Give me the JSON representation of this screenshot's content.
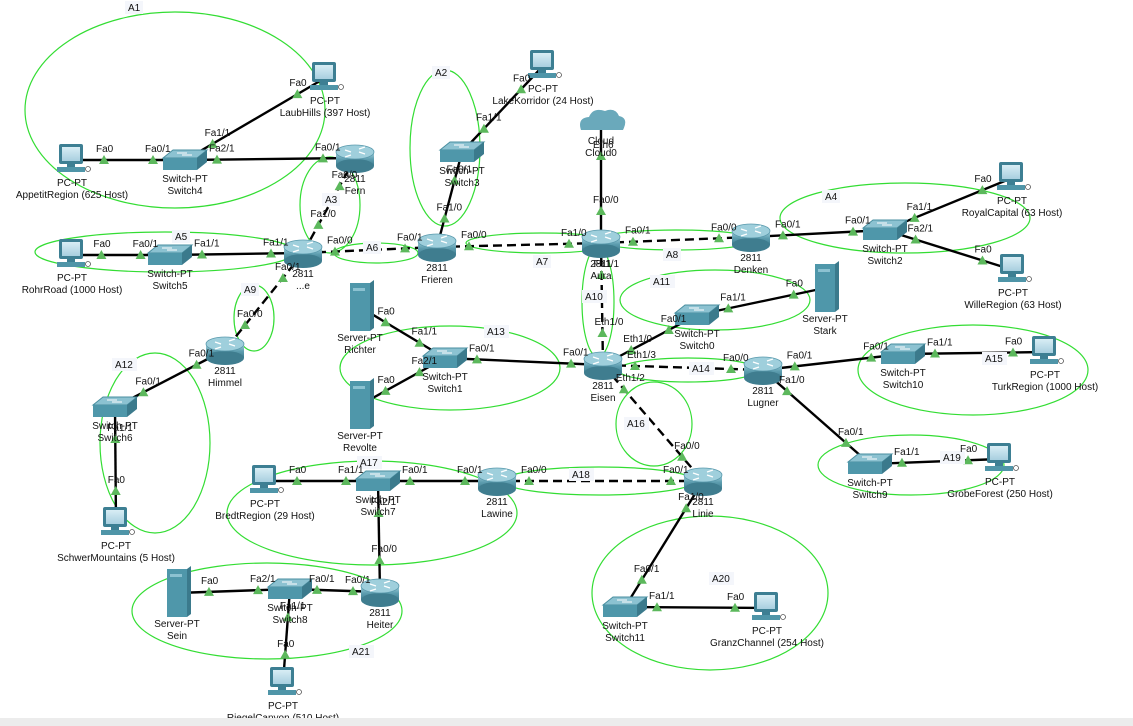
{
  "workspace": {
    "colors": {
      "link": "#000000",
      "area_ellipse": "#33dd33",
      "port_marker": "#5cb85c",
      "device": "#4a8fa0"
    }
  },
  "devices": [
    {
      "id": "appetit",
      "type": "pc",
      "model": "PC-PT",
      "name": "AppetitRegion (625 Host)"
    },
    {
      "id": "laubhills",
      "type": "pc",
      "model": "PC-PT",
      "name": "LaubHills (397 Host)"
    },
    {
      "id": "switch4",
      "type": "switch",
      "model": "Switch-PT",
      "name": "Switch4"
    },
    {
      "id": "fern",
      "type": "router",
      "model": "2811",
      "name": "Fern"
    },
    {
      "id": "lakekorridor",
      "type": "pc",
      "model": "PC-PT",
      "name": "LakeKorridor (24 Host)"
    },
    {
      "id": "switch3",
      "type": "switch",
      "model": "Switch-PT",
      "name": "Switch3"
    },
    {
      "id": "cloud",
      "type": "cloud",
      "model": "Cloud",
      "name": "Cloud0"
    },
    {
      "id": "rohrroad",
      "type": "pc",
      "model": "PC-PT",
      "name": "RohrRoad (1000 Host)"
    },
    {
      "id": "switch5",
      "type": "switch",
      "model": "Switch-PT",
      "name": "Switch5"
    },
    {
      "id": "r_left",
      "type": "router",
      "model": "2811",
      "name": "...e"
    },
    {
      "id": "frieren",
      "type": "router",
      "model": "2811",
      "name": "Frieren"
    },
    {
      "id": "aura",
      "type": "router",
      "model": "2811",
      "name": "Aura"
    },
    {
      "id": "denken",
      "type": "router",
      "model": "2811",
      "name": "Denken"
    },
    {
      "id": "switch2",
      "type": "switch",
      "model": "Switch-PT",
      "name": "Switch2"
    },
    {
      "id": "royalcapital",
      "type": "pc",
      "model": "PC-PT",
      "name": "RoyalCapital (63 Host)"
    },
    {
      "id": "willeregion",
      "type": "pc",
      "model": "PC-PT",
      "name": "WilleRegion (63 Host)"
    },
    {
      "id": "himmel",
      "type": "router",
      "model": "2811",
      "name": "Himmel"
    },
    {
      "id": "richter",
      "type": "server",
      "model": "Server-PT",
      "name": "Richter"
    },
    {
      "id": "revolte",
      "type": "server",
      "model": "Server-PT",
      "name": "Revolte"
    },
    {
      "id": "switch1",
      "type": "switch",
      "model": "Switch-PT",
      "name": "Switch1"
    },
    {
      "id": "eisen",
      "type": "router",
      "model": "2811",
      "name": "Eisen"
    },
    {
      "id": "switch0",
      "type": "switch",
      "model": "Switch-PT",
      "name": "Switch0"
    },
    {
      "id": "stark",
      "type": "server",
      "model": "Server-PT",
      "name": "Stark"
    },
    {
      "id": "lugner",
      "type": "router",
      "model": "2811",
      "name": "Lugner"
    },
    {
      "id": "switch10",
      "type": "switch",
      "model": "Switch-PT",
      "name": "Switch10"
    },
    {
      "id": "turkregion",
      "type": "pc",
      "model": "PC-PT",
      "name": "TurkRegion (1000 Host)"
    },
    {
      "id": "switch9",
      "type": "switch",
      "model": "Switch-PT",
      "name": "Switch9"
    },
    {
      "id": "grobeforest",
      "type": "pc",
      "model": "PC-PT",
      "name": "GrobeForest (250 Host)"
    },
    {
      "id": "switch6",
      "type": "switch",
      "model": "Switch-PT",
      "name": "Switch6"
    },
    {
      "id": "schwermountains",
      "type": "pc",
      "model": "PC-PT",
      "name": "SchwerMountains (5 Host)"
    },
    {
      "id": "bredtregion",
      "type": "pc",
      "model": "PC-PT",
      "name": "BredtRegion (29 Host)"
    },
    {
      "id": "switch7",
      "type": "switch",
      "model": "Switch-PT",
      "name": "Switch7"
    },
    {
      "id": "lawine",
      "type": "router",
      "model": "2811",
      "name": "Lawine"
    },
    {
      "id": "linie",
      "type": "router",
      "model": "2811",
      "name": "Linie"
    },
    {
      "id": "switch11",
      "type": "switch",
      "model": "Switch-PT",
      "name": "Switch11"
    },
    {
      "id": "granzchannel",
      "type": "pc",
      "model": "PC-PT",
      "name": "GranzChannel (254 Host)"
    },
    {
      "id": "sein",
      "type": "server",
      "model": "Server-PT",
      "name": "Sein"
    },
    {
      "id": "switch8",
      "type": "switch",
      "model": "Switch-PT",
      "name": "Switch8"
    },
    {
      "id": "heiter",
      "type": "router",
      "model": "2811",
      "name": "Heiter"
    },
    {
      "id": "riegelcanyon",
      "type": "pc",
      "model": "PC-PT",
      "name": "RiegelCanyon (510 Host)"
    }
  ],
  "links": [
    {
      "a": "appetit",
      "b": "switch4",
      "style": "solid",
      "pa": "Fa0",
      "pb": "Fa0/1"
    },
    {
      "a": "switch4",
      "b": "laubhills",
      "style": "solid",
      "pa": "Fa1/1",
      "pb": "Fa0"
    },
    {
      "a": "switch4",
      "b": "fern",
      "style": "solid",
      "pa": "Fa2/1",
      "pb": "Fa0/1"
    },
    {
      "a": "fern",
      "b": "r_left",
      "style": "dashed",
      "pa": "Fa0/0",
      "pb": "Fa1/0"
    },
    {
      "a": "rohrroad",
      "b": "switch5",
      "style": "solid",
      "pa": "Fa0",
      "pb": "Fa0/1"
    },
    {
      "a": "switch5",
      "b": "r_left",
      "style": "solid",
      "pa": "Fa1/1",
      "pb": "Fa1/1"
    },
    {
      "a": "r_left",
      "b": "frieren",
      "style": "dashed",
      "pa": "Fa0/0",
      "pb": "Fa0/1"
    },
    {
      "a": "r_left",
      "b": "himmel",
      "style": "dashed",
      "pa": "Fa0/1",
      "pb": "Fa0/0"
    },
    {
      "a": "frieren",
      "b": "switch3",
      "style": "solid",
      "pa": "Fa1/0",
      "pb": "Fa0/1"
    },
    {
      "a": "switch3",
      "b": "lakekorridor",
      "style": "solid",
      "pa": "Fa1/1",
      "pb": "Fa0"
    },
    {
      "a": "frieren",
      "b": "aura",
      "style": "dashed",
      "pa": "Fa0/0",
      "pb": "Fa1/0"
    },
    {
      "a": "aura",
      "b": "cloud",
      "style": "solid",
      "pa": "Fa0/0",
      "pb": "Eth6"
    },
    {
      "a": "aura",
      "b": "denken",
      "style": "dashed",
      "pa": "Fa0/1",
      "pb": "Fa0/0"
    },
    {
      "a": "denken",
      "b": "switch2",
      "style": "solid",
      "pa": "Fa0/1",
      "pb": "Fa0/1"
    },
    {
      "a": "switch2",
      "b": "royalcapital",
      "style": "solid",
      "pa": "Fa1/1",
      "pb": "Fa0"
    },
    {
      "a": "switch2",
      "b": "willeregion",
      "style": "solid",
      "pa": "Fa2/1",
      "pb": "Fa0"
    },
    {
      "a": "aura",
      "b": "eisen",
      "style": "dashed",
      "pa": "Fa1/1",
      "pb": "Eth1/0"
    },
    {
      "a": "eisen",
      "b": "switch0",
      "style": "solid",
      "pa": "Eth1/0",
      "pb": "Fa0/1"
    },
    {
      "a": "switch0",
      "b": "stark",
      "style": "solid",
      "pa": "Fa1/1",
      "pb": "Fa0"
    },
    {
      "a": "himmel",
      "b": "switch6",
      "style": "solid",
      "pa": "Fa0/1",
      "pb": "Fa0/1"
    },
    {
      "a": "switch6",
      "b": "schwermountains",
      "style": "solid",
      "pa": "Fa1/1",
      "pb": "Fa0"
    },
    {
      "a": "richter",
      "b": "switch1",
      "style": "solid",
      "pa": "Fa0",
      "pb": "Fa1/1"
    },
    {
      "a": "revolte",
      "b": "switch1",
      "style": "solid",
      "pa": "Fa0",
      "pb": "Fa2/1"
    },
    {
      "a": "switch1",
      "b": "eisen",
      "style": "solid",
      "pa": "Fa0/1",
      "pb": "Fa0/1"
    },
    {
      "a": "eisen",
      "b": "lugner",
      "style": "dashed",
      "pa": "Eth1/3",
      "pb": "Fa0/0"
    },
    {
      "a": "lugner",
      "b": "switch10",
      "style": "solid",
      "pa": "Fa0/1",
      "pb": "Fa0/1"
    },
    {
      "a": "switch10",
      "b": "turkregion",
      "style": "solid",
      "pa": "Fa1/1",
      "pb": "Fa0"
    },
    {
      "a": "lugner",
      "b": "switch9",
      "style": "solid",
      "pa": "Fa1/0",
      "pb": "Fa0/1"
    },
    {
      "a": "switch9",
      "b": "grobeforest",
      "style": "solid",
      "pa": "Fa1/1",
      "pb": "Fa0"
    },
    {
      "a": "eisen",
      "b": "linie",
      "style": "dashed",
      "pa": "Eth1/2",
      "pb": "Fa0/0"
    },
    {
      "a": "lawine",
      "b": "linie",
      "style": "dashed",
      "pa": "Fa0/0",
      "pb": "Fa0/1"
    },
    {
      "a": "bredtregion",
      "b": "switch7",
      "style": "solid",
      "pa": "Fa0",
      "pb": "Fa1/1"
    },
    {
      "a": "switch7",
      "b": "lawine",
      "style": "solid",
      "pa": "Fa0/1",
      "pb": "Fa0/1"
    },
    {
      "a": "switch7",
      "b": "heiter",
      "style": "solid",
      "pa": "Fa2/1",
      "pb": "Fa0/0"
    },
    {
      "a": "linie",
      "b": "switch11",
      "style": "solid",
      "pa": "Fa1/0",
      "pb": "Fa0/1"
    },
    {
      "a": "switch11",
      "b": "granzchannel",
      "style": "solid",
      "pa": "Fa1/1",
      "pb": "Fa0"
    },
    {
      "a": "sein",
      "b": "switch8",
      "style": "solid",
      "pa": "Fa0",
      "pb": "Fa2/1"
    },
    {
      "a": "switch8",
      "b": "heiter",
      "style": "solid",
      "pa": "Fa0/1",
      "pb": "Fa0/1"
    },
    {
      "a": "switch8",
      "b": "riegelcanyon",
      "style": "solid",
      "pa": "Fa1/1",
      "pb": "Fa0"
    }
  ],
  "areas": [
    "A1",
    "A2",
    "A3",
    "A4",
    "A5",
    "A6",
    "A7",
    "A8",
    "A9",
    "A10",
    "A11",
    "A12",
    "A13",
    "A14",
    "A15",
    "A16",
    "A17",
    "A18",
    "A19",
    "A20",
    "A21"
  ]
}
